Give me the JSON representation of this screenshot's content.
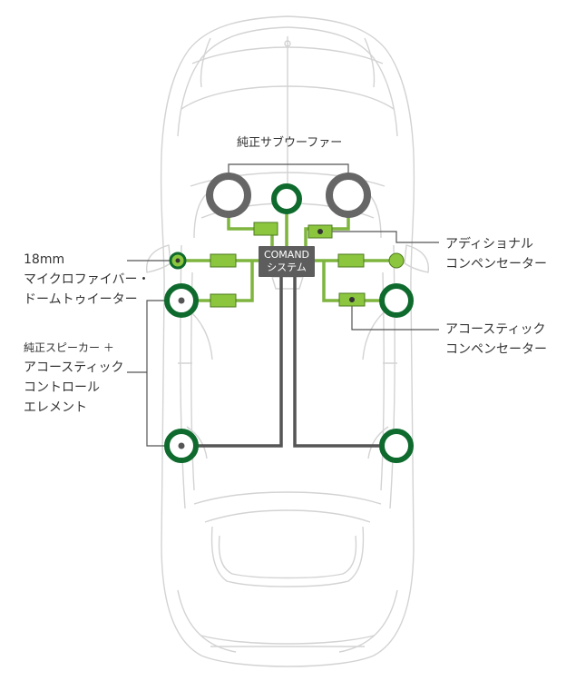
{
  "labels": {
    "subwoofer": "純正サブウーファー",
    "comand_line1": "COMAND",
    "comand_line2": "システム",
    "tweeter_line1": "18mm",
    "tweeter_line2": "マイクロファイバー・",
    "tweeter_line3": "ドームトゥイーター",
    "additional_line1": "アディショナル",
    "additional_line2": "コンペンセーター",
    "acoustic_comp_line1": "アコースティック",
    "acoustic_comp_line2": "コンペンセーター",
    "speaker_line1": "純正スピーカー ＋",
    "speaker_line2": "アコースティック",
    "speaker_line3": "コントロール",
    "speaker_line4": "エレメント"
  },
  "colors": {
    "car_outline": "#cfcfcf",
    "subwoofer_ring": "#666666",
    "speaker_ring": "#0e6a2d",
    "cable_green": "#7fb53f",
    "cable_dark": "#555555",
    "compensator_fill": "#8cc63f",
    "leader_line": "#555555"
  }
}
